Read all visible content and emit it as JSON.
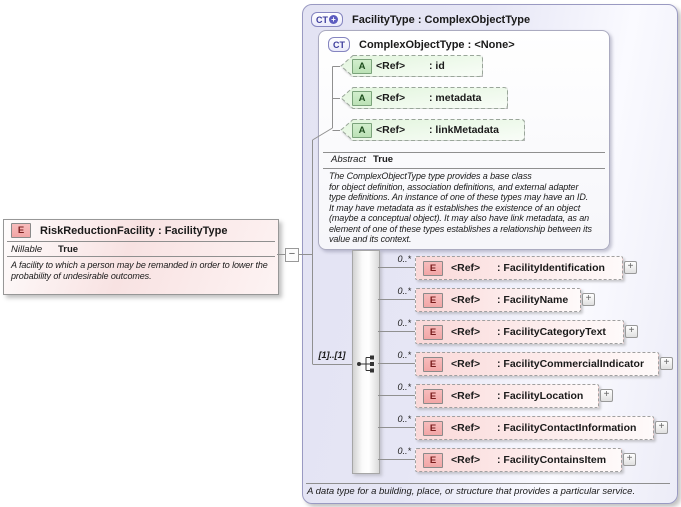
{
  "symbols": {
    "expand": "+",
    "collapse": "−"
  },
  "root_element": {
    "icon": "E",
    "title": "RiskReductionFacility : FacilityType",
    "property_name": "Nillable",
    "property_value": "True",
    "description": "A facility to which a person may be remanded in order to lower the\nprobability of undesirable outcomes."
  },
  "type_box": {
    "icon": "CT",
    "title": "FacilityType : ComplexObjectType",
    "footer_description": "A data type for a building, place, or structure that provides a particular service.",
    "base_type": {
      "icon": "CT",
      "title": "ComplexObjectType : <None>",
      "attributes": [
        {
          "icon": "A",
          "ref_label": "<Ref>",
          "name": ": id"
        },
        {
          "icon": "A",
          "ref_label": "<Ref>",
          "name": ": metadata"
        },
        {
          "icon": "A",
          "ref_label": "<Ref>",
          "name": ": linkMetadata"
        }
      ],
      "property_name": "Abstract",
      "property_value": "True",
      "description": "The ComplexObjectType type provides a base class\nfor object definition, association definitions, and external adapter\ntype definitions. An instance of one of these types may have an ID.\nIt may have metadata as it establishes the existence of an object\n(maybe a conceptual object). It may also have link metadata, as an\nelement of one of these types establishes a relationship between its\nvalue and its context."
    },
    "sequence": {
      "cardinality": "[1]..[1]",
      "elements": [
        {
          "icon": "E",
          "ref_label": "<Ref>",
          "name": ": FacilityIdentification",
          "occurs": "0..*"
        },
        {
          "icon": "E",
          "ref_label": "<Ref>",
          "name": ": FacilityName",
          "occurs": "0..*"
        },
        {
          "icon": "E",
          "ref_label": "<Ref>",
          "name": ": FacilityCategoryText",
          "occurs": "0..*"
        },
        {
          "icon": "E",
          "ref_label": "<Ref>",
          "name": ": FacilityCommercialIndicator",
          "occurs": "0..*"
        },
        {
          "icon": "E",
          "ref_label": "<Ref>",
          "name": ": FacilityLocation",
          "occurs": "0..*"
        },
        {
          "icon": "E",
          "ref_label": "<Ref>",
          "name": ": FacilityContactInformation",
          "occurs": "0..*"
        },
        {
          "icon": "E",
          "ref_label": "<Ref>",
          "name": ": FacilityContainsItem",
          "occurs": "0..*"
        }
      ]
    }
  },
  "colors": {
    "element_fill": "#f5b0b0",
    "attribute_fill": "#c6e8c2",
    "type_accent": "#3c3c9c",
    "connector": "#909090"
  }
}
